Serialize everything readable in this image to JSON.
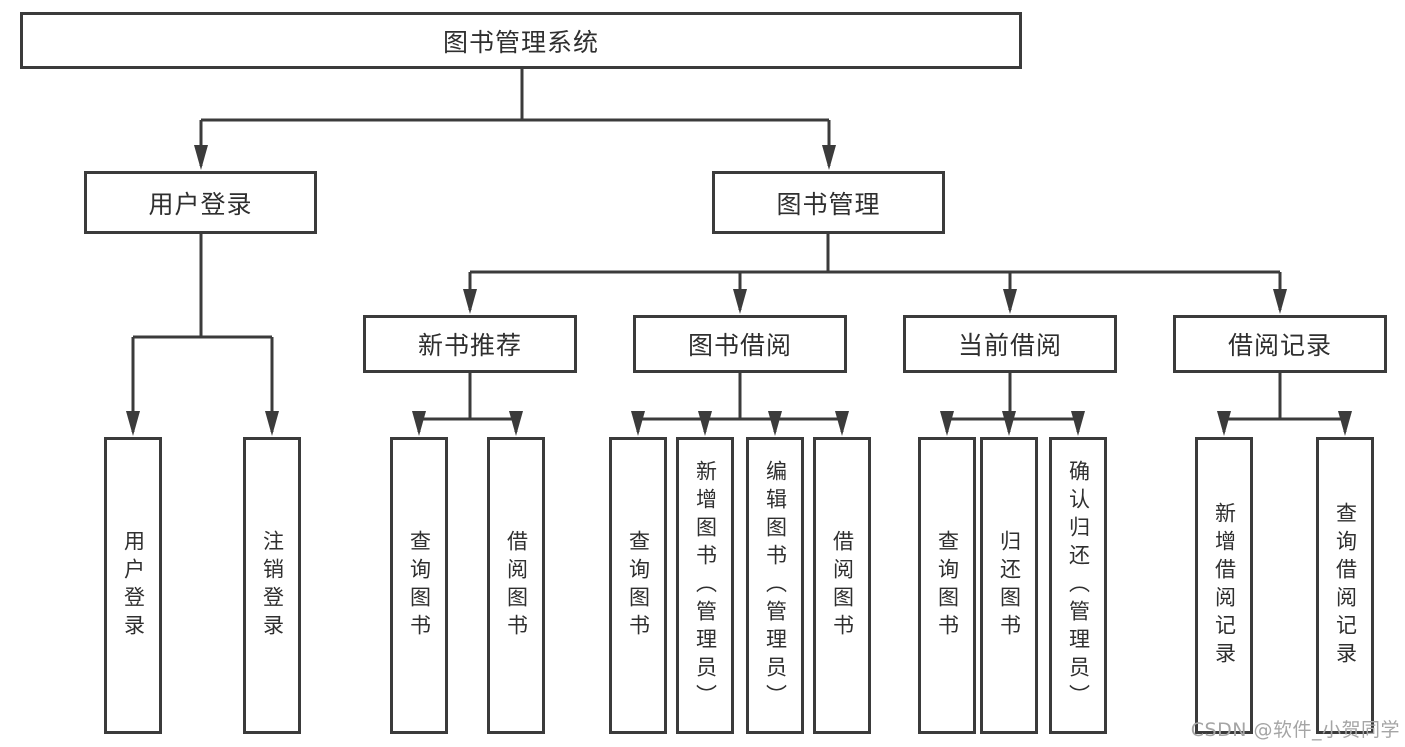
{
  "tree": {
    "label": "图书管理系统",
    "children": [
      {
        "label": "用户登录",
        "children": [
          {
            "label": "用户登录"
          },
          {
            "label": "注销登录"
          }
        ]
      },
      {
        "label": "图书管理",
        "children": [
          {
            "label": "新书推荐",
            "children": [
              {
                "label": "查询图书"
              },
              {
                "label": "借阅图书"
              }
            ]
          },
          {
            "label": "图书借阅",
            "children": [
              {
                "label": "查询图书"
              },
              {
                "label": "新增图书（管理员）"
              },
              {
                "label": "编辑图书（管理员）"
              },
              {
                "label": "借阅图书"
              }
            ]
          },
          {
            "label": "当前借阅",
            "children": [
              {
                "label": "查询图书"
              },
              {
                "label": "归还图书"
              },
              {
                "label": "确认归还（管理员）"
              }
            ]
          },
          {
            "label": "借阅记录",
            "children": [
              {
                "label": "新增借阅记录"
              },
              {
                "label": "查询借阅记录"
              }
            ]
          }
        ]
      }
    ]
  },
  "watermark": {
    "text": "CSDN @软件_小贺同学"
  },
  "colors": {
    "line": "#3b3b3b",
    "box_border": "#3b3b3b",
    "text": "#2f2f2f",
    "background": "#ffffff",
    "watermark": "#a5a5a5"
  }
}
